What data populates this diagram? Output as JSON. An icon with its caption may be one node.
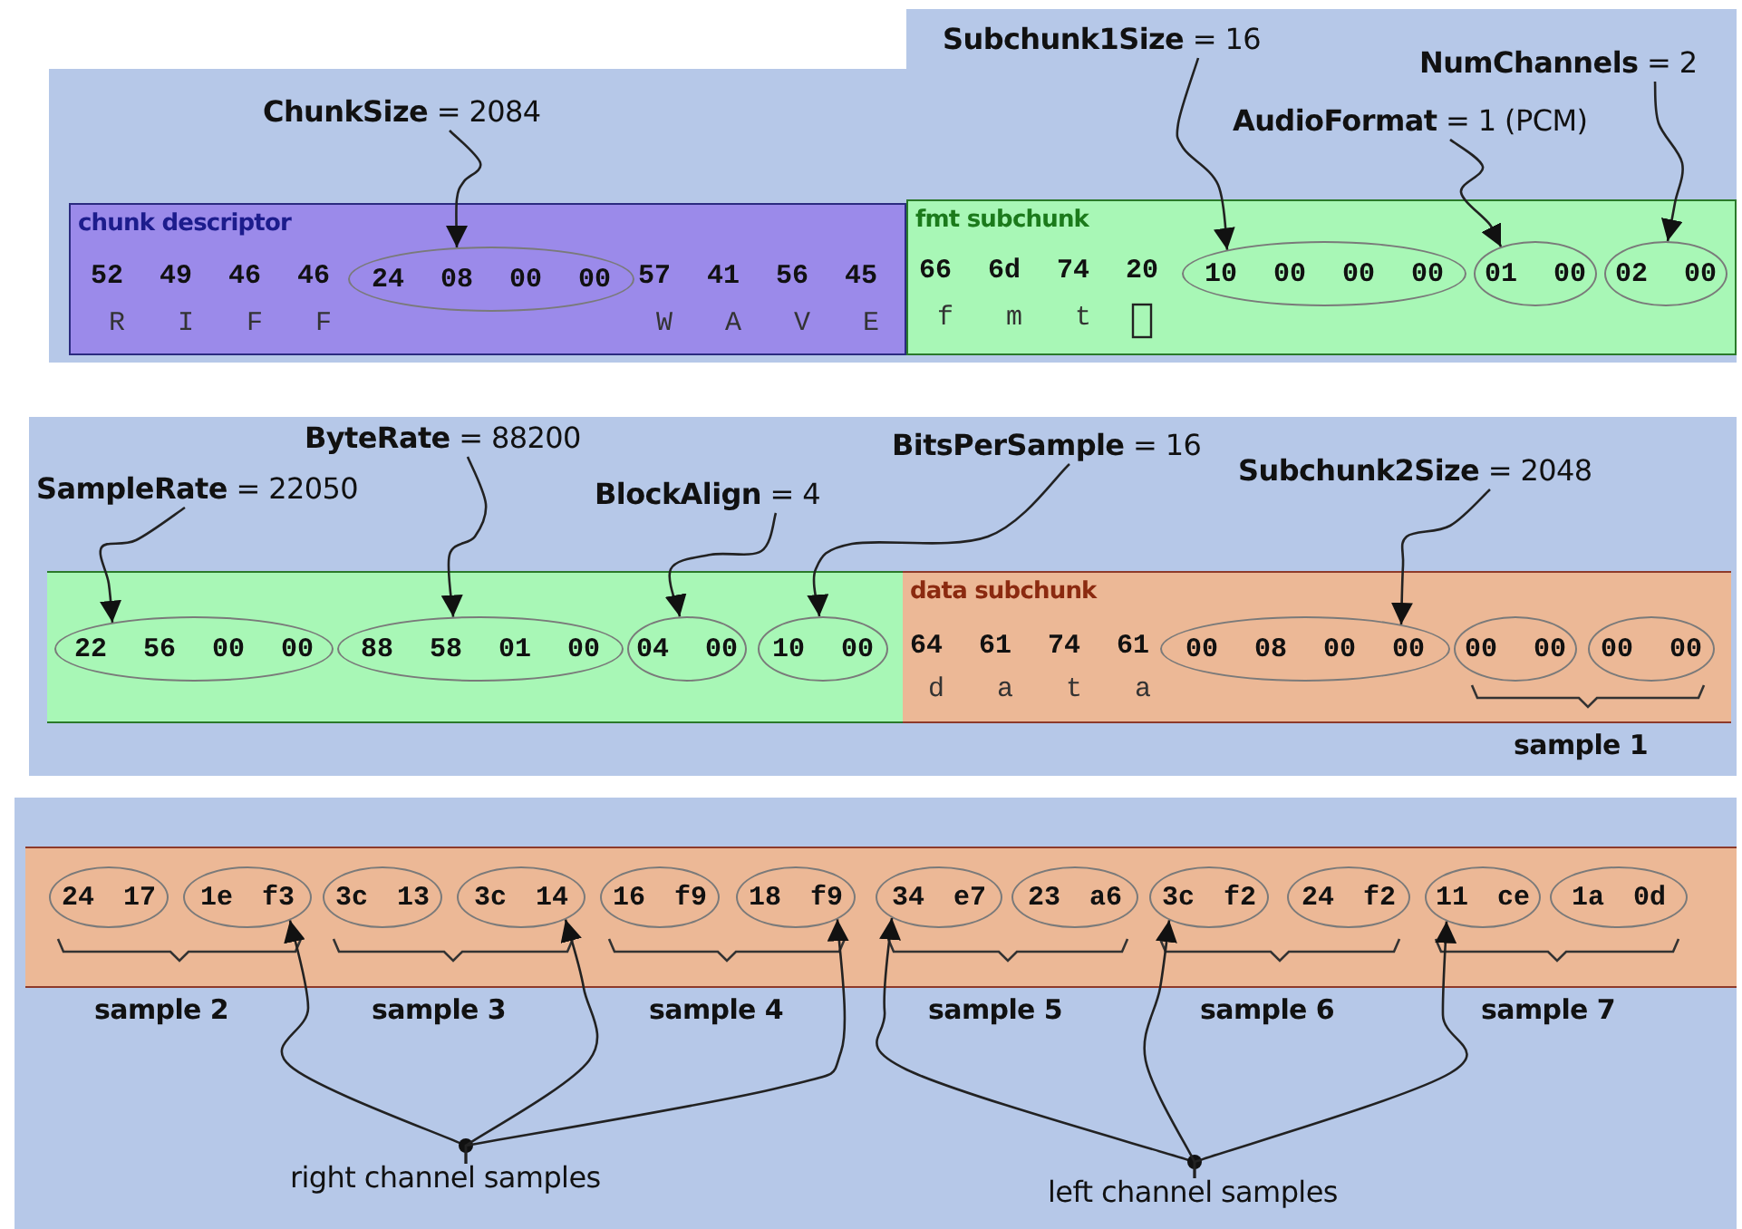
{
  "diagram": {
    "nodes": [
      {
        "text": [
          "**ChunkSize** = 2084"
        ]
      },
      {
        "text": [
          "chunk descriptor"
        ]
      },
      {
        "text": [
          "24 08 00 00"
        ],
        "in": 1
      },
      {
        "text": [
          "**Subchunk1Size** = 16"
        ]
      },
      {
        "text": [
          "**NumChannels** = 2"
        ]
      },
      {
        "text": [
          "**AudioFormat** = 1 (PCM)"
        ]
      },
      {
        "text": [
          "fmt subchunk"
        ]
      },
      {
        "text": [
          "10 00 00 00"
        ],
        "in": 6
      },
      {
        "text": [
          "01 00"
        ],
        "in": 6
      },
      {
        "text": [
          "02 00"
        ],
        "in": 6
      },
      {
        "text": [
          "**ByteRate** = 88200"
        ]
      },
      {
        "text": [
          "**BitsPerSample** = 16"
        ]
      },
      {
        "text": [
          "**SampleRate** = 22050"
        ]
      },
      {
        "text": [
          "**BlockAlign** = 4"
        ]
      },
      {
        "text": [
          "**Subchunk2Size** = 2048"
        ]
      },
      {
        "text": [],
        "shape": "bar"
      },
      {
        "text": [
          "22 56 00 00"
        ],
        "in": 15
      },
      {
        "text": [
          "88 58 01 00"
        ],
        "in": 15
      },
      {
        "text": [
          "04 00"
        ],
        "in": 15
      },
      {
        "text": [
          "10 00"
        ],
        "in": 15
      },
      {
        "text": [
          "data subchunk"
        ]
      },
      {
        "text": [
          "00 08 00 00"
        ],
        "in": 20
      },
      {
        "text": [
          "00 00"
        ],
        "in": 20
      },
      {
        "text": [
          "00 00"
        ],
        "in": 20
      },
      {
        "text": [],
        "shape": "bar"
      },
      {
        "text": [
          "24 17"
        ],
        "in": 24
      },
      {
        "text": [
          "1e f3"
        ],
        "in": 24
      },
      {
        "text": [
          "3c 13"
        ],
        "in": 24
      },
      {
        "text": [
          "3c 14"
        ],
        "in": 24
      },
      {
        "text": [
          "16 f9"
        ],
        "in": 24
      },
      {
        "text": [
          "18 f9"
        ],
        "in": 24
      },
      {
        "text": [
          "34 e7"
        ],
        "in": 24
      },
      {
        "text": [
          "23 a6"
        ],
        "in": 24
      },
      {
        "text": [
          "3c f2"
        ],
        "in": 24
      },
      {
        "text": [
          "24 f2"
        ],
        "in": 24
      },
      {
        "text": [
          "11 ce"
        ],
        "in": 24
      },
      {
        "text": [
          "1a 0d"
        ],
        "in": 24
      },
      {
        "text": [
          "right channel samples"
        ]
      },
      {
        "text": [
          "left channel samples"
        ]
      }
    ],
    "edges": [
      {
        "from": 0,
        "to": 2,
        "arrow": "to"
      },
      {
        "from": 3,
        "to": 7,
        "arrow": "to"
      },
      {
        "from": 5,
        "to": 8,
        "arrow": "to"
      },
      {
        "from": 4,
        "to": 9,
        "arrow": "to"
      },
      {
        "from": 12,
        "to": 16,
        "arrow": "to"
      },
      {
        "from": 10,
        "to": 17,
        "arrow": "to"
      },
      {
        "from": 13,
        "to": 18,
        "arrow": "to"
      },
      {
        "from": 11,
        "to": 19,
        "arrow": "to"
      },
      {
        "from": 14,
        "to": 21,
        "arrow": "to"
      },
      {
        "from": 37,
        "to": 26,
        "arrow": "to"
      },
      {
        "from": 37,
        "to": 28,
        "arrow": "to"
      },
      {
        "from": 37,
        "to": 30,
        "arrow": "to"
      },
      {
        "from": 38,
        "to": 31,
        "arrow": "to"
      },
      {
        "from": 38,
        "to": 33,
        "arrow": "to"
      },
      {
        "from": 38,
        "to": 35,
        "arrow": "to"
      }
    ],
    "labels": [
      "52 49 46 46",
      "57 41 56 45",
      "R I F F",
      "W A V E",
      "66 6d 74 20",
      "f m t",
      "64 61 74 61",
      "d a t a",
      "sample 1",
      "sample 2",
      "sample 3",
      "sample 4",
      "sample 5",
      "sample 6",
      "sample 7"
    ]
  }
}
